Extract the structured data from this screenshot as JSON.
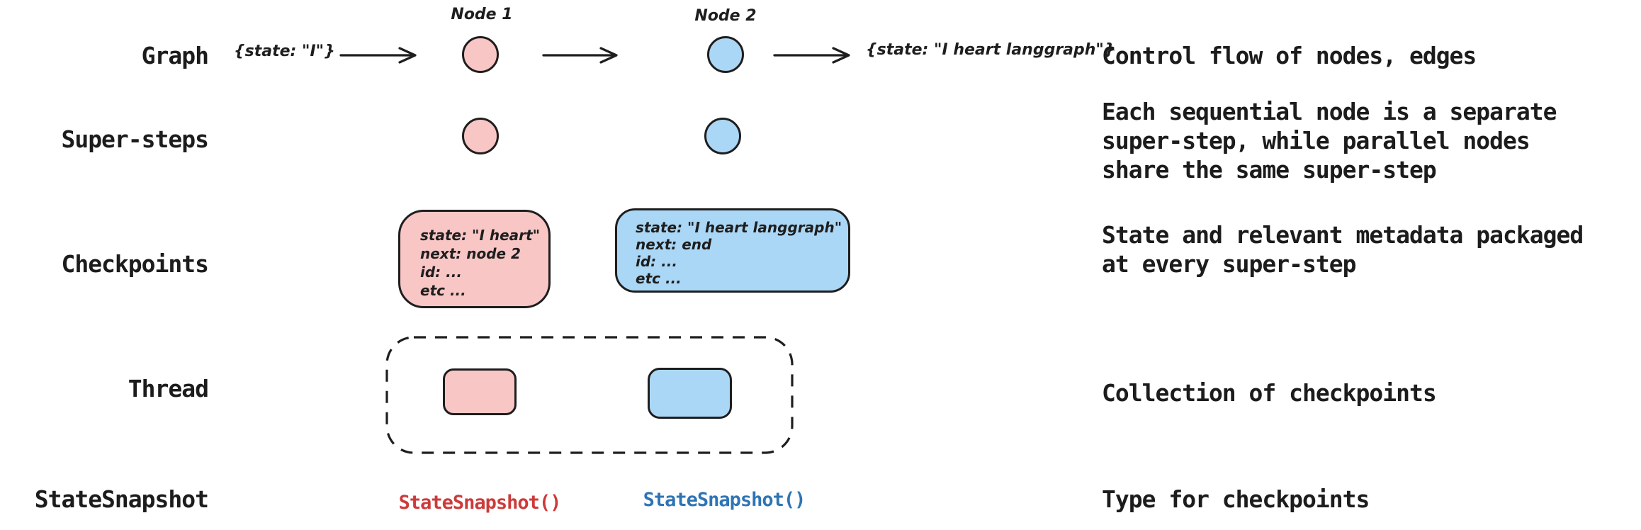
{
  "palette": {
    "ink": "#1e1e1e",
    "text": "#1c1c1c",
    "pink_fill": "#f9c6c6",
    "blue_fill": "#abd7f6",
    "red_code": "#cd3a3a",
    "blue_code": "#2e74b5",
    "bg": "#ffffff"
  },
  "rows": [
    {
      "label": "Graph",
      "description": "Control flow of nodes, edges"
    },
    {
      "label": "Super-steps",
      "description": "Each sequential node is a separate\nsuper-step, while parallel nodes\nshare the same super-step"
    },
    {
      "label": "Checkpoints",
      "description": "State and relevant metadata packaged\nat every super-step"
    },
    {
      "label": "Thread",
      "description": "Collection of checkpoints"
    },
    {
      "label": "StateSnapshot",
      "description": "Type for checkpoints"
    }
  ],
  "graph_flow": {
    "input_state": "{state: \"I\"}",
    "node1_label": "Node 1",
    "node2_label": "Node 2",
    "output_state": "{state: \"I heart langgraph\"}"
  },
  "checkpoints": {
    "node1_card": {
      "lines": [
        "state: \"I heart\"",
        "next: node 2",
        "id: ...",
        "etc ..."
      ]
    },
    "node2_card": {
      "lines": [
        "state: \"I heart langgraph\"",
        "next: end",
        "id: ...",
        "etc ..."
      ]
    }
  },
  "state_snapshot": {
    "node1_code": "StateSnapshot()",
    "node2_code": "StateSnapshot()"
  }
}
